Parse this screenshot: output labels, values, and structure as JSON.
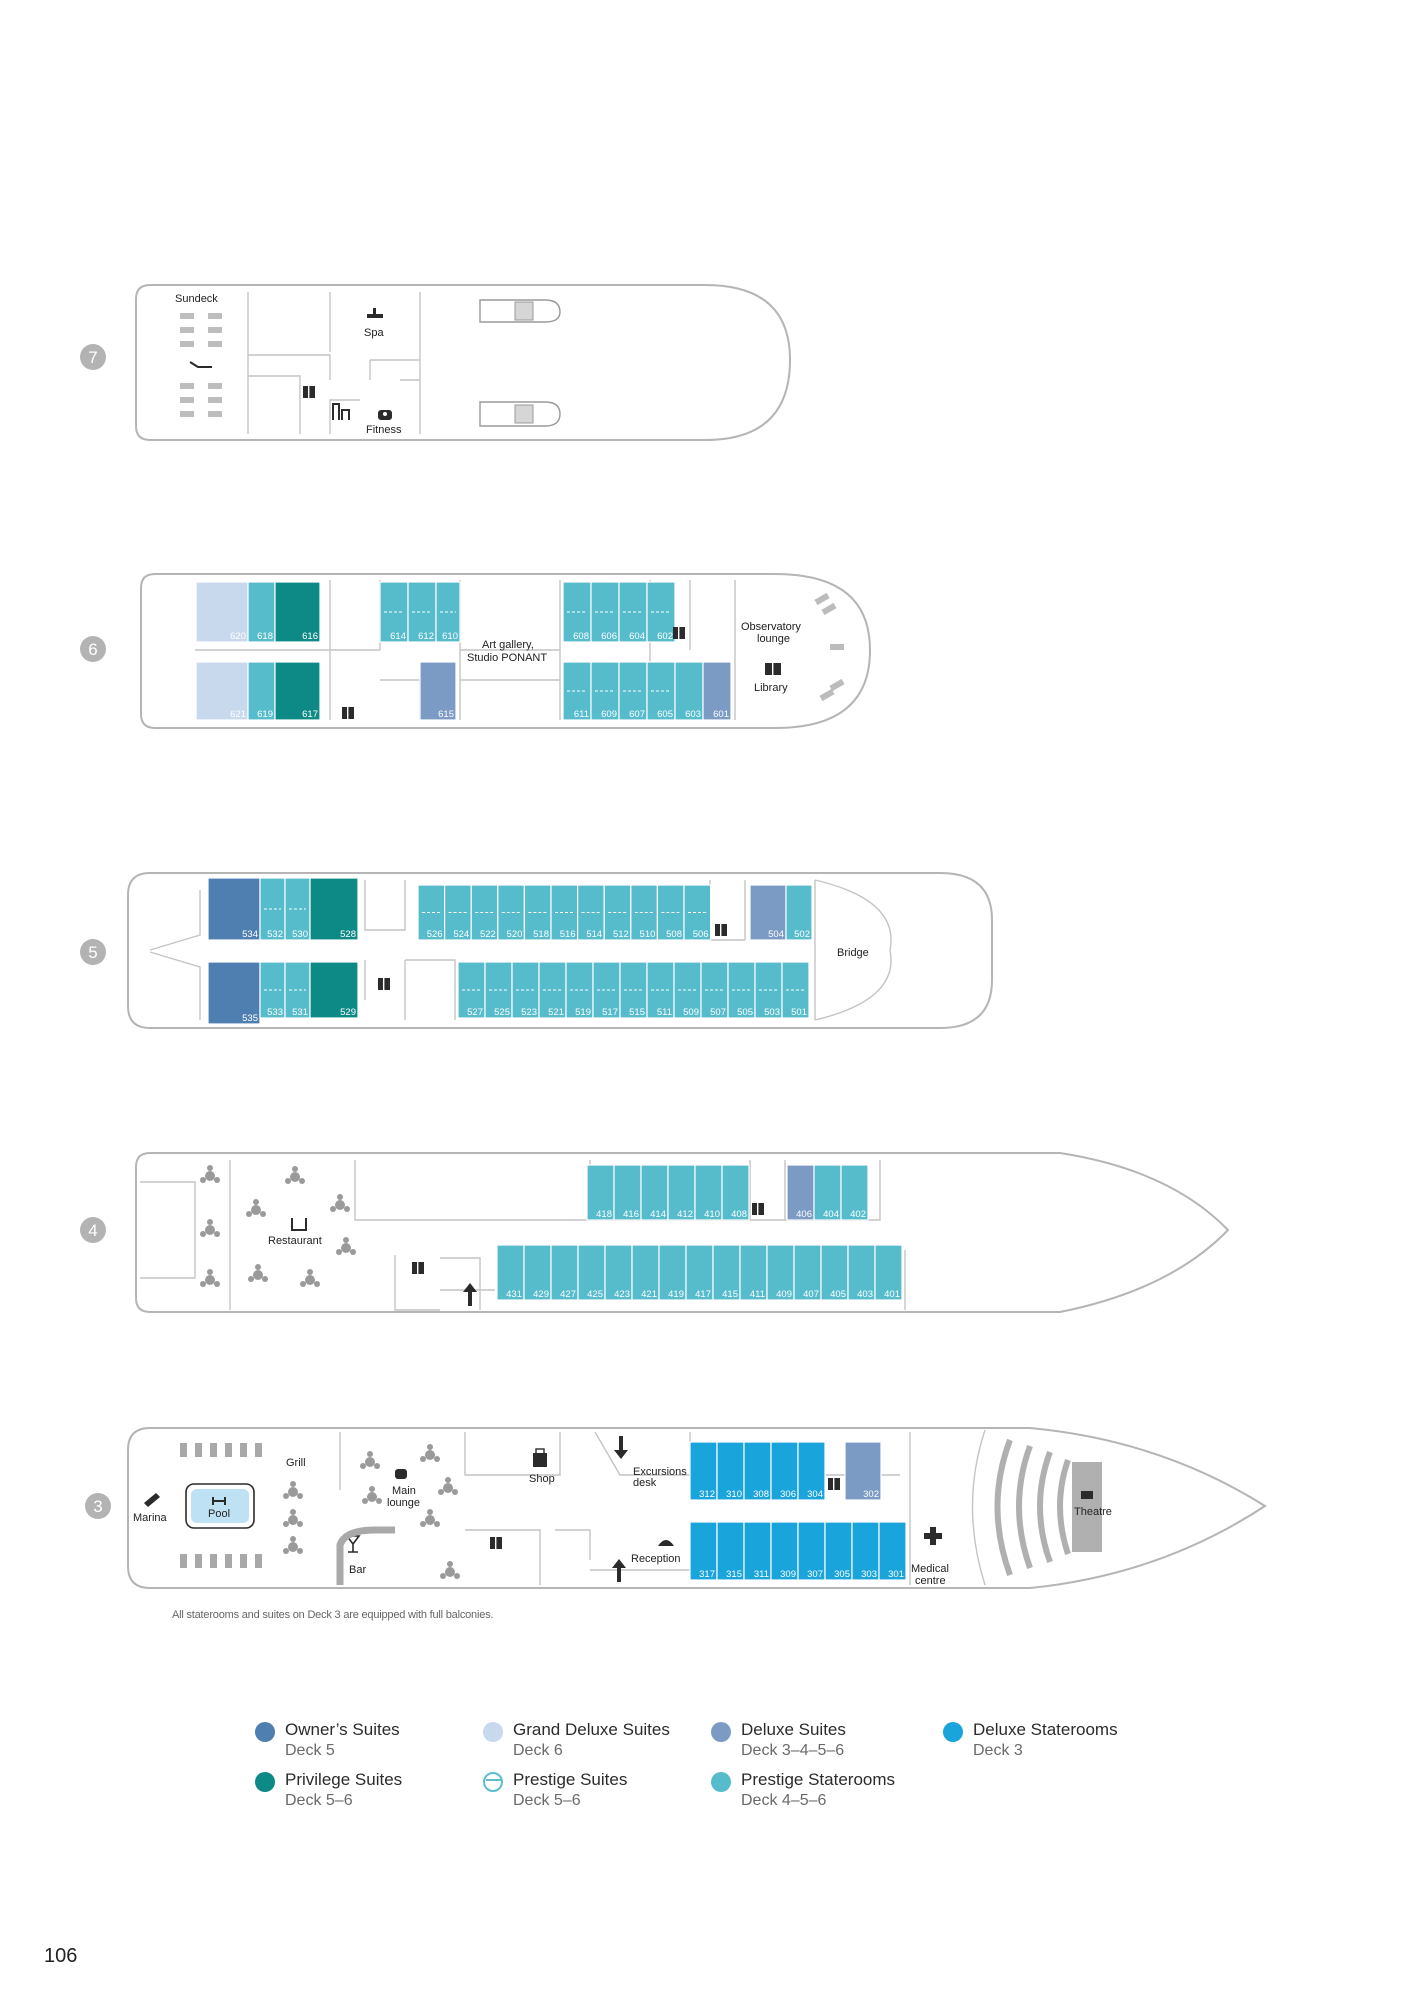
{
  "colors": {
    "owners": "#4f7fb0",
    "privilege": "#0e8a86",
    "grand_deluxe": "#c8d9ee",
    "prestige_suite": "#5bbfcb",
    "deluxe_suites": "#7c9bc4",
    "prestige_staterooms": "#56bccc",
    "deluxe_staterooms": "#1aa4dc",
    "outline": "#b5b5b5",
    "deck_badge": "#b3b3b3"
  },
  "decks": {
    "d7": {
      "badge": "7",
      "labels": {
        "sundeck": "Sundeck",
        "spa": "Spa",
        "fitness": "Fitness"
      }
    },
    "d6": {
      "badge": "6",
      "labels": {
        "art_gallery_1": "Art gallery,",
        "art_gallery_2": "Studio PONANT",
        "obs_1": "Observatory",
        "obs_2": "lounge",
        "library": "Library"
      }
    },
    "d5": {
      "badge": "5",
      "labels": {
        "bridge": "Bridge"
      }
    },
    "d4": {
      "badge": "4",
      "labels": {
        "restaurant": "Restaurant"
      }
    },
    "d3": {
      "badge": "3",
      "labels": {
        "grill": "Grill",
        "marina": "Marina",
        "pool": "Pool",
        "main_lounge_1": "Main",
        "main_lounge_2": "lounge",
        "bar": "Bar",
        "shop": "Shop",
        "excursions_1": "Excursions",
        "excursions_2": "desk",
        "reception": "Reception",
        "medical_1": "Medical",
        "medical_2": "centre",
        "theatre": "Theatre"
      }
    }
  },
  "cabins": {
    "d6_top": [
      "620",
      "618",
      "616",
      "614",
      "612",
      "610",
      "608",
      "606",
      "604",
      "602"
    ],
    "d6_bot": [
      "621",
      "619",
      "617",
      "615",
      "611",
      "609",
      "607",
      "605",
      "603",
      "601"
    ],
    "d5_top": [
      "534",
      "532",
      "530",
      "528",
      "526",
      "524",
      "522",
      "520",
      "518",
      "516",
      "514",
      "512",
      "510",
      "508",
      "506",
      "504",
      "502"
    ],
    "d5_bot": [
      "535",
      "533",
      "531",
      "529",
      "527",
      "525",
      "523",
      "521",
      "519",
      "517",
      "515",
      "511",
      "509",
      "507",
      "505",
      "503",
      "501"
    ],
    "d4_top": [
      "418",
      "416",
      "414",
      "412",
      "410",
      "408",
      "406",
      "404",
      "402"
    ],
    "d4_bot": [
      "431",
      "429",
      "427",
      "425",
      "423",
      "421",
      "419",
      "417",
      "415",
      "411",
      "409",
      "407",
      "405",
      "403",
      "401"
    ],
    "d3_top": [
      "312",
      "310",
      "308",
      "306",
      "304",
      "302"
    ],
    "d3_bot": [
      "317",
      "315",
      "311",
      "309",
      "307",
      "305",
      "303",
      "301"
    ]
  },
  "note": "All staterooms and suites on Deck 3 are equipped with full balconies.",
  "legend": [
    {
      "name": "Owner’s Suites",
      "deck": "Deck 5",
      "color": "#4f7fb0"
    },
    {
      "name": "Grand Deluxe Suites",
      "deck": "Deck 6",
      "color": "#c8d9ee"
    },
    {
      "name": "Deluxe Suites",
      "deck": "Deck 3–4–5–6",
      "color": "#7c9bc4"
    },
    {
      "name": "Deluxe Staterooms",
      "deck": "Deck 3",
      "color": "#1aa4dc"
    },
    {
      "name": "Privilege Suites",
      "deck": "Deck 5–6",
      "color": "#0e8a86"
    },
    {
      "name": "Prestige Suites",
      "deck": "Deck 5–6",
      "color": "#5bbfcb"
    },
    {
      "name": "Prestige Staterooms",
      "deck": "Deck 4–5–6",
      "color": "#56bccc"
    }
  ],
  "page_number": "106"
}
